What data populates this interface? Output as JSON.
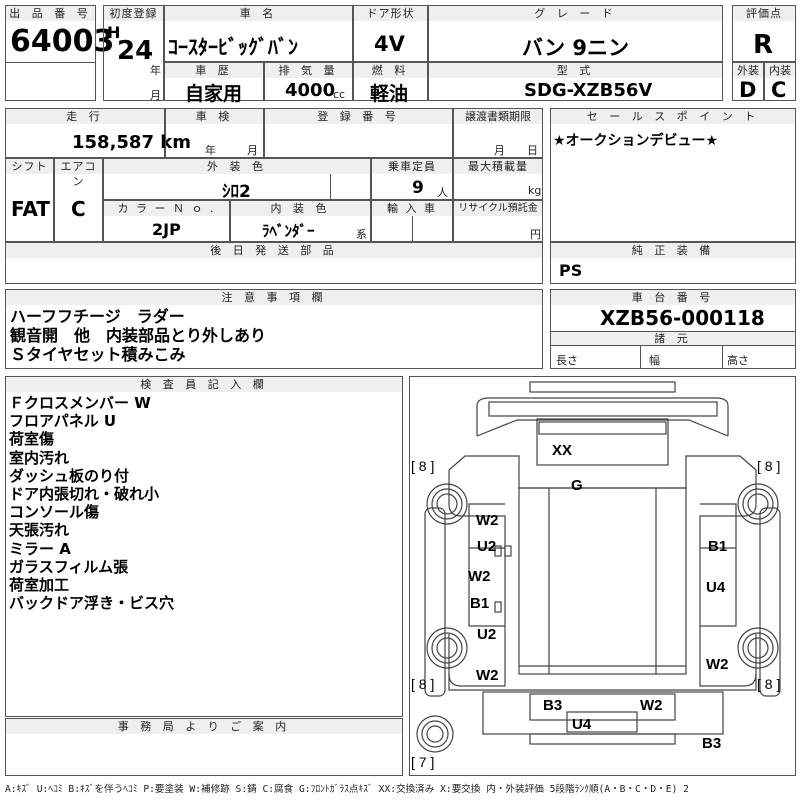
{
  "header": {
    "lot_label": "出 品 番 号",
    "lot_value": "64003",
    "first_reg_label": "初度登録",
    "era": "H",
    "year": "24",
    "year_unit": "年",
    "month_unit": "月",
    "car_name_label": "車 名",
    "car_name": "ｺｰｽﾀｰﾋﾞｯｸﾞﾊﾞﾝ",
    "door_label": "ドア形状",
    "door_value": "4V",
    "grade_label": "グ レ ー ド",
    "grade_value": "バン 9ニン",
    "score_label": "評価点",
    "score_value": "R",
    "history_label": "車 歴",
    "history_value": "自家用",
    "displacement_label": "排 気 量",
    "displacement_value": "4000",
    "displacement_unit": "cc",
    "fuel_label": "燃 料",
    "fuel_value": "軽油",
    "model_label": "型 式",
    "model_value": "SDG-XZB56V",
    "exterior_label": "外装",
    "exterior_value": "D",
    "interior_label": "内装",
    "interior_value": "C"
  },
  "row2": {
    "mileage_label": "走 行",
    "mileage_value": "158,587 km",
    "inspection_label": "車 検",
    "inspection_year": "年",
    "inspection_month": "月",
    "reg_no_label": "登 録 番 号",
    "transfer_label": "譲渡書類期限",
    "transfer_month": "月",
    "transfer_day": "日",
    "shift_label": "シフト",
    "shift_value": "FAT",
    "ac_label": "エアコン",
    "ac_value": "C",
    "ext_color_label": "外 装 色",
    "ext_color_value": "ｼﾛ2",
    "capacity_label": "乗車定員",
    "capacity_value": "9",
    "capacity_unit": "人",
    "load_label": "最大積載量",
    "load_unit": "kg",
    "color_no_label": "カ ラ ー Ｎ ｏ .",
    "color_no_value": "2JP",
    "int_color_label": "内 装 色",
    "int_color_value": "ﾗﾍﾞﾝﾀﾞｰ",
    "int_color_unit": "系",
    "import_label": "輸 入 車",
    "recycle_label": "リサイクル預託金",
    "recycle_unit": "円",
    "later_parts_label": "後 日 発 送 部 品"
  },
  "sales": {
    "label": "セ ー ル ス ポ イ ン ト",
    "text": "★オークションデビュー★"
  },
  "genuine": {
    "label": "純 正 装 備",
    "value": "PS"
  },
  "notes": {
    "label": "注 意 事 項 欄",
    "lines": [
      "ハーフフチージ　ラダー",
      "観音開　他　内装部品とり外しあり",
      "Ｓタイヤセット積みこみ"
    ]
  },
  "chassis": {
    "label": "車 台 番 号",
    "value": "XZB56-000118",
    "specs_label": "諸 元",
    "length": "長さ",
    "width": "幅",
    "height": "高さ"
  },
  "inspector": {
    "label": "検 査 員 記 入 欄",
    "lines": [
      "Ｆクロスメンバー W",
      "フロアパネル U",
      "荷室傷",
      "室内汚れ",
      "ダッシュ板のり付",
      "ドア内張切れ・破れ小",
      "コンソール傷",
      "天張汚れ",
      "ミラー A",
      "ガラスフィルム張",
      "荷室加工",
      "バックドア浮き・ビス穴"
    ]
  },
  "office": {
    "label": "事 務 局 よ り ご 案 内"
  },
  "diagram": {
    "tire_fl": "[ 8 ]",
    "tire_fr": "[ 8 ]",
    "tire_rl": "[ 8 ]",
    "tire_rr": "[ 8 ]",
    "tire_spare": "[ 7 ]",
    "marks": {
      "xx": "XX",
      "g": "G",
      "w2_a": "W2",
      "u2_a": "U2",
      "w2_b": "W2",
      "b1_a": "B1",
      "u2_b": "U2",
      "w2_c": "W2",
      "b1_b": "B1",
      "u4_a": "U4",
      "w2_d": "W2",
      "b3_a": "B3",
      "u4_b": "U4",
      "w2_e": "W2",
      "b3_b": "B3"
    }
  },
  "legend": "A:ｷｽﾞ U:ﾍｺﾐ B:ｷｽﾞを伴うﾍｺﾐ P:要塗装 W:補修跡 S:錆 C:腐食 G:ﾌﾛﾝﾄｶﾞﾗｽ点ｷｽﾞ XX:交換済み X:要交換 内・外装評価 5段階ﾗﾝｸ順(A・B・C・D・E) 2"
}
